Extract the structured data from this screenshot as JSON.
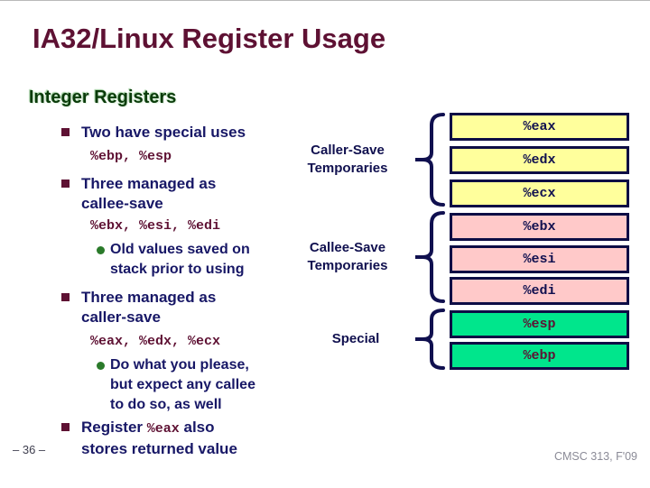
{
  "slide": {
    "title": "IA32/Linux Register Usage",
    "heading": "Integer Registers",
    "footer_left": "– 36 –",
    "footer_right": "CMSC 313, F'09"
  },
  "colors": {
    "title_maroon": "#5e1133",
    "body_navy": "#171766",
    "heading_green": "#0b3b0b",
    "box_border_navy": "#0d0d45",
    "box_yellow": "#ffff9c",
    "box_pink": "#ffc9c9",
    "box_green": "#00e68c",
    "bullet_square_maroon": "#5e1133",
    "bullet_circle_green": "#2a7a2a"
  },
  "content": {
    "b1": {
      "l1": "Two have special uses"
    },
    "m1": "%ebp, %esp",
    "b2": {
      "l1": "Three managed as",
      "l2": "callee-save"
    },
    "m2": "%ebx, %esi, %edi",
    "s1": {
      "l1": "Old values saved on",
      "l2": "stack prior to using"
    },
    "b3": {
      "l1": "Three managed as",
      "l2": "caller-save"
    },
    "m3": "%eax, %edx, %ecx",
    "s2": {
      "l1": "Do what you please,",
      "l2": "but expect any callee",
      "l3": "to do so, as well"
    },
    "b4": {
      "pre": "Register ",
      "mono": "%eax",
      "post": " also",
      "l2": "stores returned value"
    }
  },
  "groups": [
    {
      "label_line1": "Caller-Save",
      "label_line2": "Temporaries",
      "registers": [
        "%eax",
        "%edx",
        "%ecx"
      ],
      "box_color": "#ffff9c",
      "text_color": "#10104f"
    },
    {
      "label_line1": "Callee-Save",
      "label_line2": "Temporaries",
      "registers": [
        "%ebx",
        "%esi",
        "%edi"
      ],
      "box_color": "#ffc9c9",
      "text_color": "#10104f"
    },
    {
      "label_line1": "Special",
      "label_line2": "",
      "registers": [
        "%esp",
        "%ebp"
      ],
      "box_color": "#00e68c",
      "text_color": "#5e1133"
    }
  ]
}
